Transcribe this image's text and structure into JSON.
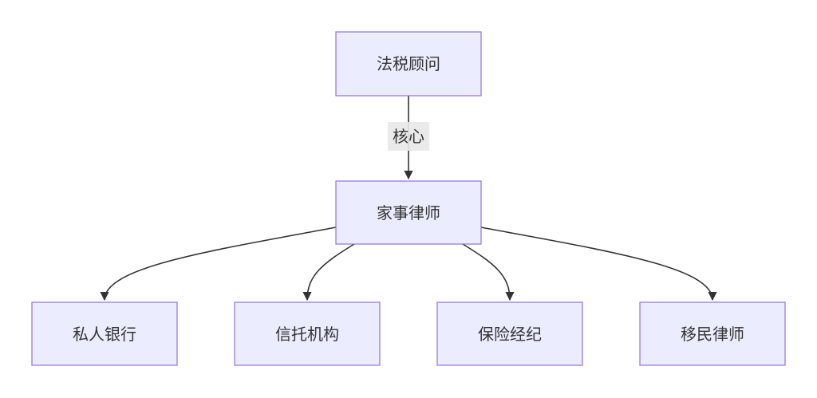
{
  "diagram": {
    "nodes": {
      "tax_advisor": "法税顾问",
      "family_lawyer": "家事律师",
      "private_bank": "私人银行",
      "trust": "信托机构",
      "insurance": "保险经纪",
      "immigration": "移民律师"
    },
    "edges": {
      "core_label": "核心"
    },
    "colors": {
      "node_fill": "#ececff",
      "node_stroke": "#9370db",
      "edge_stroke": "#333333",
      "label_bg": "#e8e8e8"
    }
  }
}
